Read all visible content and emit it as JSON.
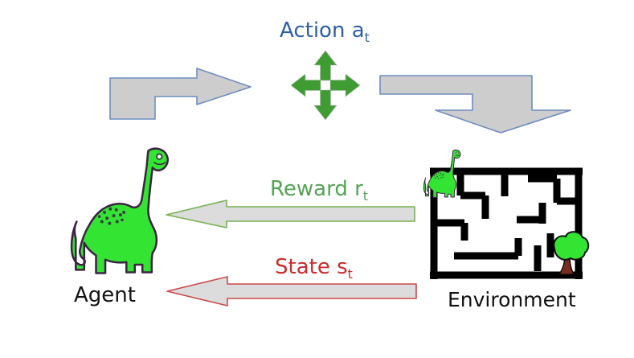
{
  "labels": {
    "action": {
      "text": "Action a",
      "sub": "t"
    },
    "reward": {
      "text": "Reward r",
      "sub": "t"
    },
    "state": {
      "text": "State s",
      "sub": "t"
    },
    "agent": "Agent",
    "environment": "Environment"
  },
  "icons": {
    "agent": "green-dinosaur",
    "environment": "maze-with-dinosaur-and-tree",
    "action": "four-direction-move-arrows",
    "agent_to_action_flow": "bent-gray-arrow-right",
    "action_to_environment_flow": "bent-gray-arrow-down"
  },
  "colors": {
    "background": "#ffffff",
    "action_text": "#2e5fa5",
    "reward_text": "#55a455",
    "state_text": "#cc2b2b",
    "label_text": "#111111",
    "flow_fill": "#cdcdcd",
    "flow_border": "#6d8dc0",
    "hbar_fill": "#dcdcdc",
    "reward_border": "#76b254",
    "state_border": "#cc4848",
    "action_arrows": "#3f9c33",
    "dino": "#33e433",
    "dino_outline": "#3c2344",
    "maze_wall": "#000000",
    "tree_trunk": "#7b2c22"
  }
}
